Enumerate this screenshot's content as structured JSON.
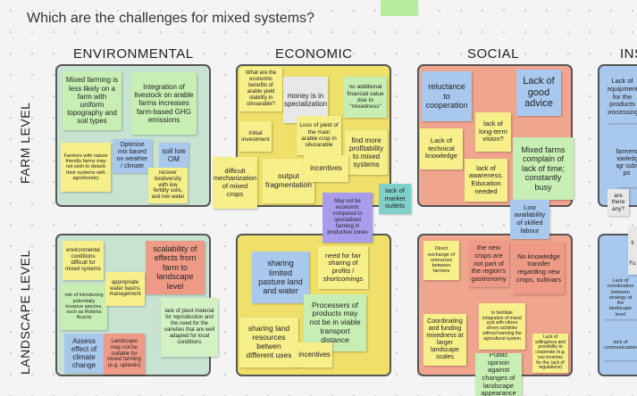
{
  "question": "Which are the challenges for mixed systems?",
  "columns": {
    "environmental": "ENVIRONMENTAL",
    "economic": "ECONOMIC",
    "social": "SOCIAL",
    "institutional": "INS"
  },
  "rows": {
    "farm": "FARM LEVEL",
    "landscape": "LANDSCAPE LEVEL"
  },
  "colors": {
    "environmental_panel": "#c8e3d2",
    "economic_panel": "#efe06a",
    "social_panel": "#f0a58e",
    "institutional_panel": "#a9c8ee",
    "note_yellow": "#f7ef8a",
    "note_green": "#c7efb4",
    "note_blue": "#a9c8ee",
    "note_purple": "#a99cec",
    "note_red": "#ef9a86"
  },
  "notes": {
    "env_farm": [
      "Mixed farming is less likely on a farm with uniform topography and soil types",
      "Integration of livestock on arable farms increases farm-based GHG emissions",
      "Optimise mix based on weather / climate",
      "soil low OM",
      "Farmers with nature friendly farms may not wish to disturb their systems with agroforestry",
      "recover biodiversity with low fertility soils, and low water"
    ],
    "env_land": [
      "environmental conditions difficult for mixed systems",
      "scalability of effects from farm to landscape level",
      "risk of introducing potentially invasive species, such as Robinia Acacia",
      "appropriate water basins management",
      "lack of plant material for reproduction and the need for the varieties that are well adapted for local conditions",
      "Assess effect of climate change",
      "Landscape may not be suitable for mixed farming (e.g. uplands)"
    ],
    "eco_farm": [
      "What are the economic benefits of arable yield stability in silvoarable?",
      "money is in specialization",
      "no additional financial value due to \"mixedness\"",
      "Initial investment",
      "Loss of yield of the main arable crop in silvoarable",
      "find more profitability to mixed systems",
      "difficult mechanization of mixed crops",
      "output fragmentation",
      "incentives",
      "May not be economic compared to specialised farming in productive zones",
      "lack of market outlets"
    ],
    "eco_land": [
      "sharing limited pasture land and water",
      "need for fair sharing of profits / shortcomings",
      "Processers of products may not be in viable transport distance",
      "sharing land resources betwen different uses",
      "incentives"
    ],
    "soc_farm": [
      "reluctance to cooperation",
      "Lack of good advice",
      "lack of long-term vision?",
      "Lack of technical knowledge",
      "lack of awareness. Education needed",
      "Mixed farms complain of lack of time; constantly busy",
      "Low availability of skilled labour"
    ],
    "soc_land": [
      "Direct exchange of resources between farmers",
      "the new crops are not part of the region's gastronomy",
      "No knowledge transfer regarding new crops, sultivars",
      "Coordinating and funding mixedness at larger landscape scales",
      "to facilitate integration of mixed syst with citizen driven activities without harming the agricultural system",
      "Lack of willingness and possibility to cooperate (e.g. low incomes for the, lack of regulations)",
      "Public opinion against changes of landscape appearance"
    ],
    "ins_farm": [
      "Lack of equipment for the products processing",
      "farmers knowledge agr subs po",
      "are there any?",
      "ti"
    ],
    "ins_land": [
      "Lack of coordination between strategy at the landscape level",
      "lack of communication",
      "Fu"
    ]
  }
}
